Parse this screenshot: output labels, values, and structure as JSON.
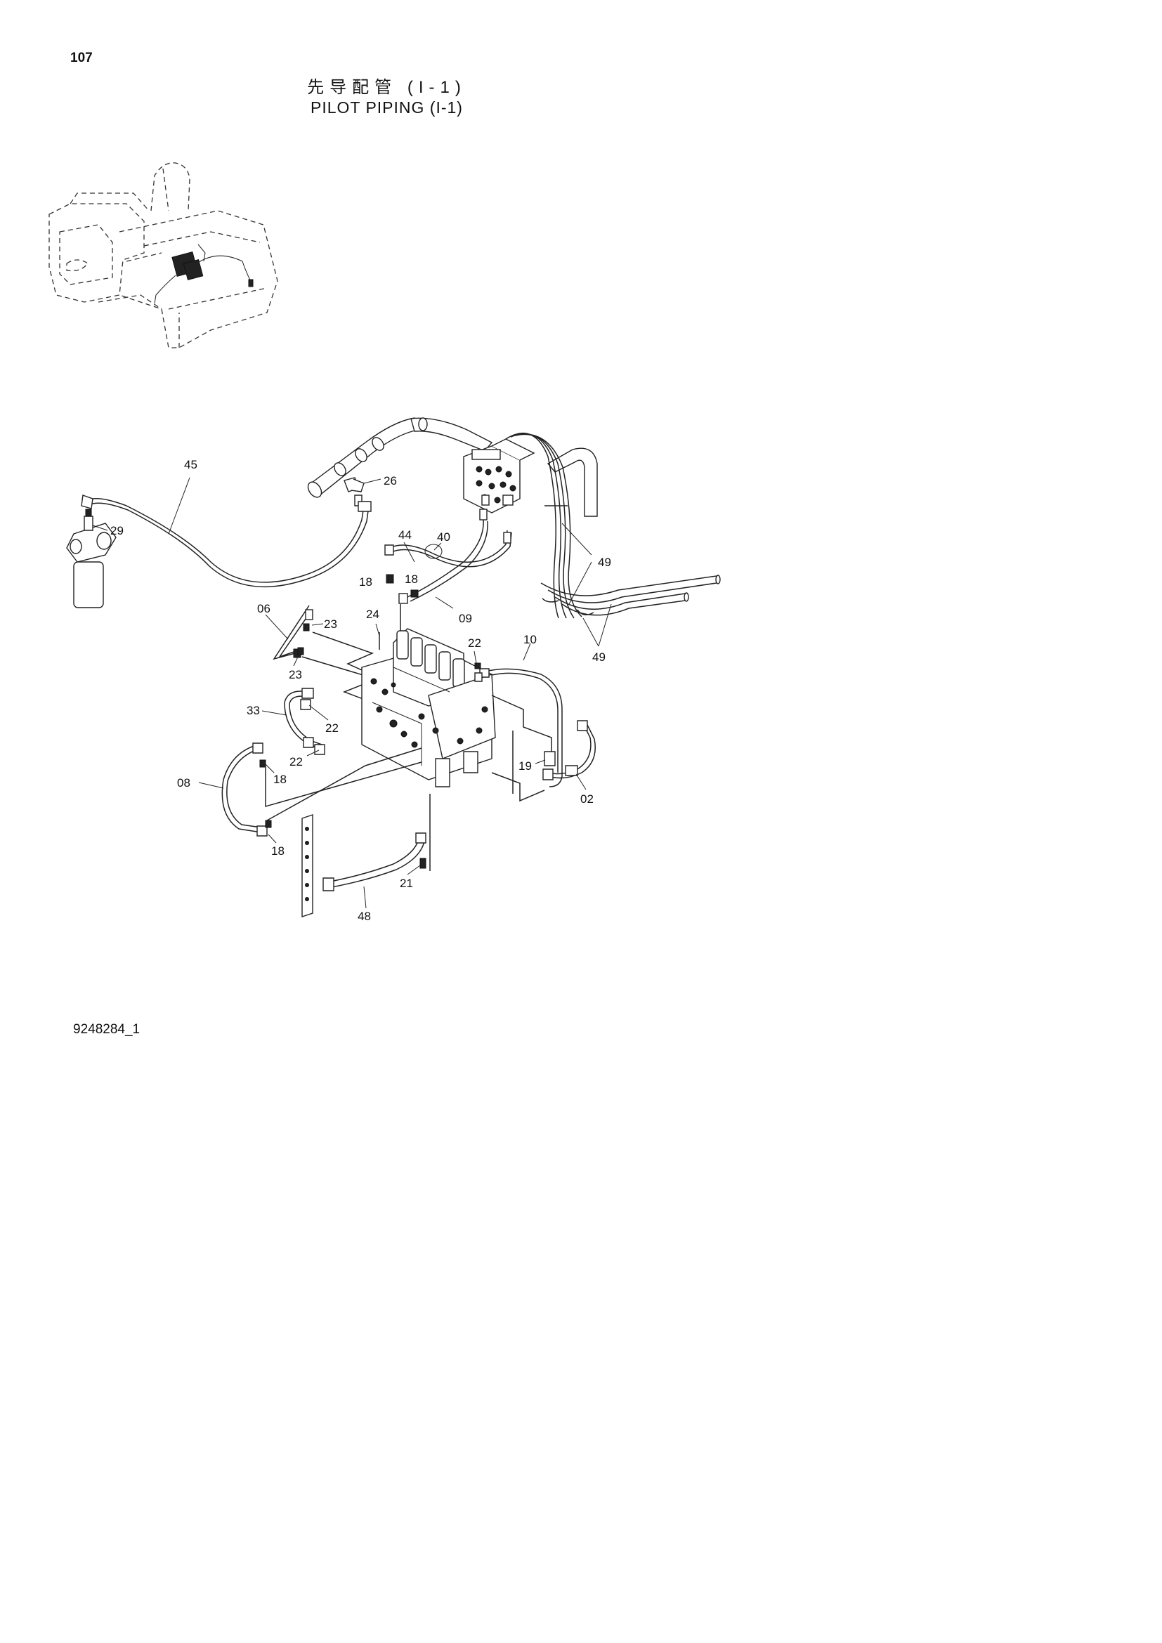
{
  "header": {
    "page_number": "107",
    "title_cn": "先导配管 (I-1)",
    "title_en": "PILOT PIPING (I-1)"
  },
  "callouts": {
    "c45": "45",
    "c26": "26",
    "c29": "29",
    "c44": "44",
    "c40": "40",
    "c49a": "49",
    "c49b": "49",
    "c18a": "18",
    "c18b": "18",
    "c09": "09",
    "c06": "06",
    "c23a": "23",
    "c23b": "23",
    "c24": "24",
    "c22a": "22",
    "c10": "10",
    "c33": "33",
    "c22b": "22",
    "c22c": "22",
    "c18c": "18",
    "c08": "08",
    "c19": "19",
    "c02": "02",
    "c18d": "18",
    "c21": "21",
    "c48": "48"
  },
  "footer": {
    "drawing_number": "9248284_1"
  }
}
